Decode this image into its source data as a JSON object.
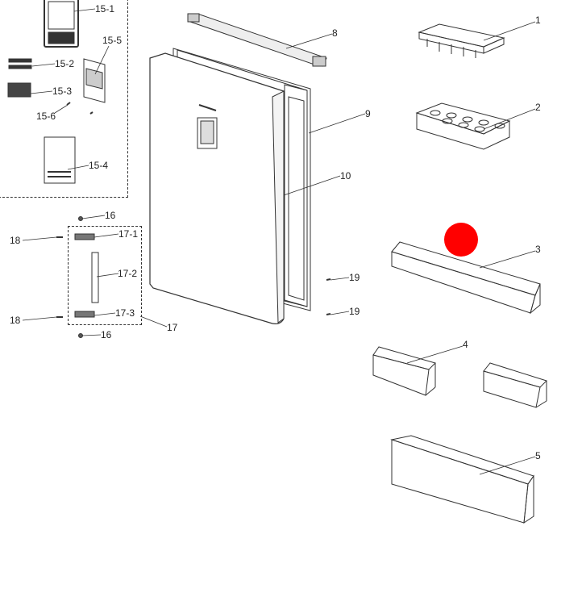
{
  "diagram": {
    "labels": {
      "p15_1": "15-1",
      "p15_2": "15-2",
      "p15_3": "15-3",
      "p15_4": "15-4",
      "p15_5": "15-5",
      "p15_6": "15-6",
      "p16a": "16",
      "p16b": "16",
      "p17": "17",
      "p17_1": "17-1",
      "p17_2": "17-2",
      "p17_3": "17-3",
      "p18a": "18",
      "p18b": "18",
      "p8": "8",
      "p9": "9",
      "p10": "10",
      "p19a": "19",
      "p19b": "19",
      "p1": "1",
      "p2": "2",
      "p3": "3",
      "p4": "4",
      "p5": "5"
    },
    "colors": {
      "line": "#333333",
      "marker": "#ff0000"
    }
  }
}
